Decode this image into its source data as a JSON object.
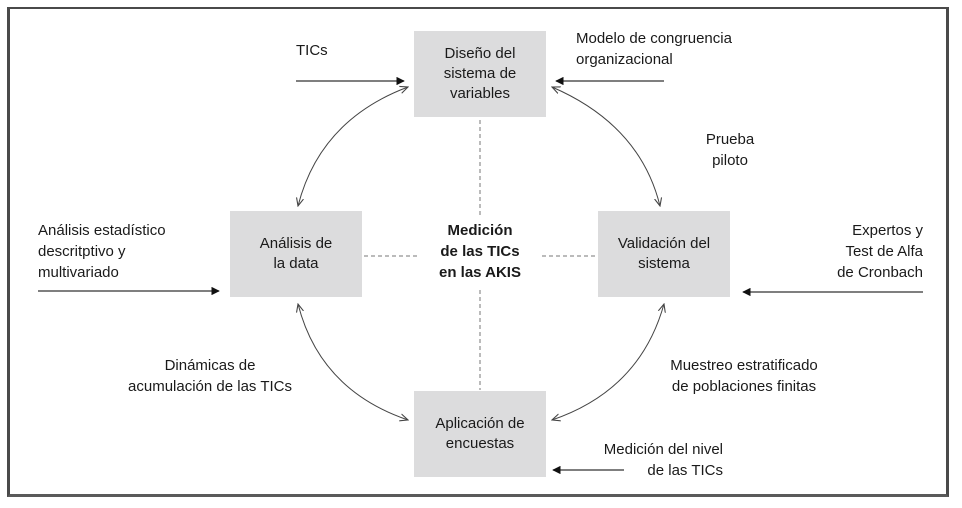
{
  "diagram": {
    "center_label": "Medición\nde las TICs\nen las AKIS",
    "nodes": {
      "top": "Diseño del\nsistema de\nvariables",
      "left": "Análisis de\nla data",
      "right": "Validación del\nsistema",
      "bottom": "Aplicación de\nencuestas"
    },
    "inputs": {
      "top_left": "TICs",
      "top_right": "Modelo de congruencia\norganizacional",
      "left": "Análisis estadístico\ndescritptivo y\nmultivariado",
      "right": "Expertos y\nTest de Alfa\nde Cronbach",
      "bottom_right": "Medición del nivel\nde las TICs"
    },
    "cycle_labels": {
      "top_right_arc": "Prueba\npiloto",
      "bottom_left_arc": "Dinámicas de\nacumulación de las TICs",
      "bottom_right_arc": "Muestreo estratificado\nde poblaciones finitas"
    },
    "colors": {
      "box_fill": "#dcdcdd",
      "frame": "#4a4a4a",
      "line": "#333333"
    }
  }
}
